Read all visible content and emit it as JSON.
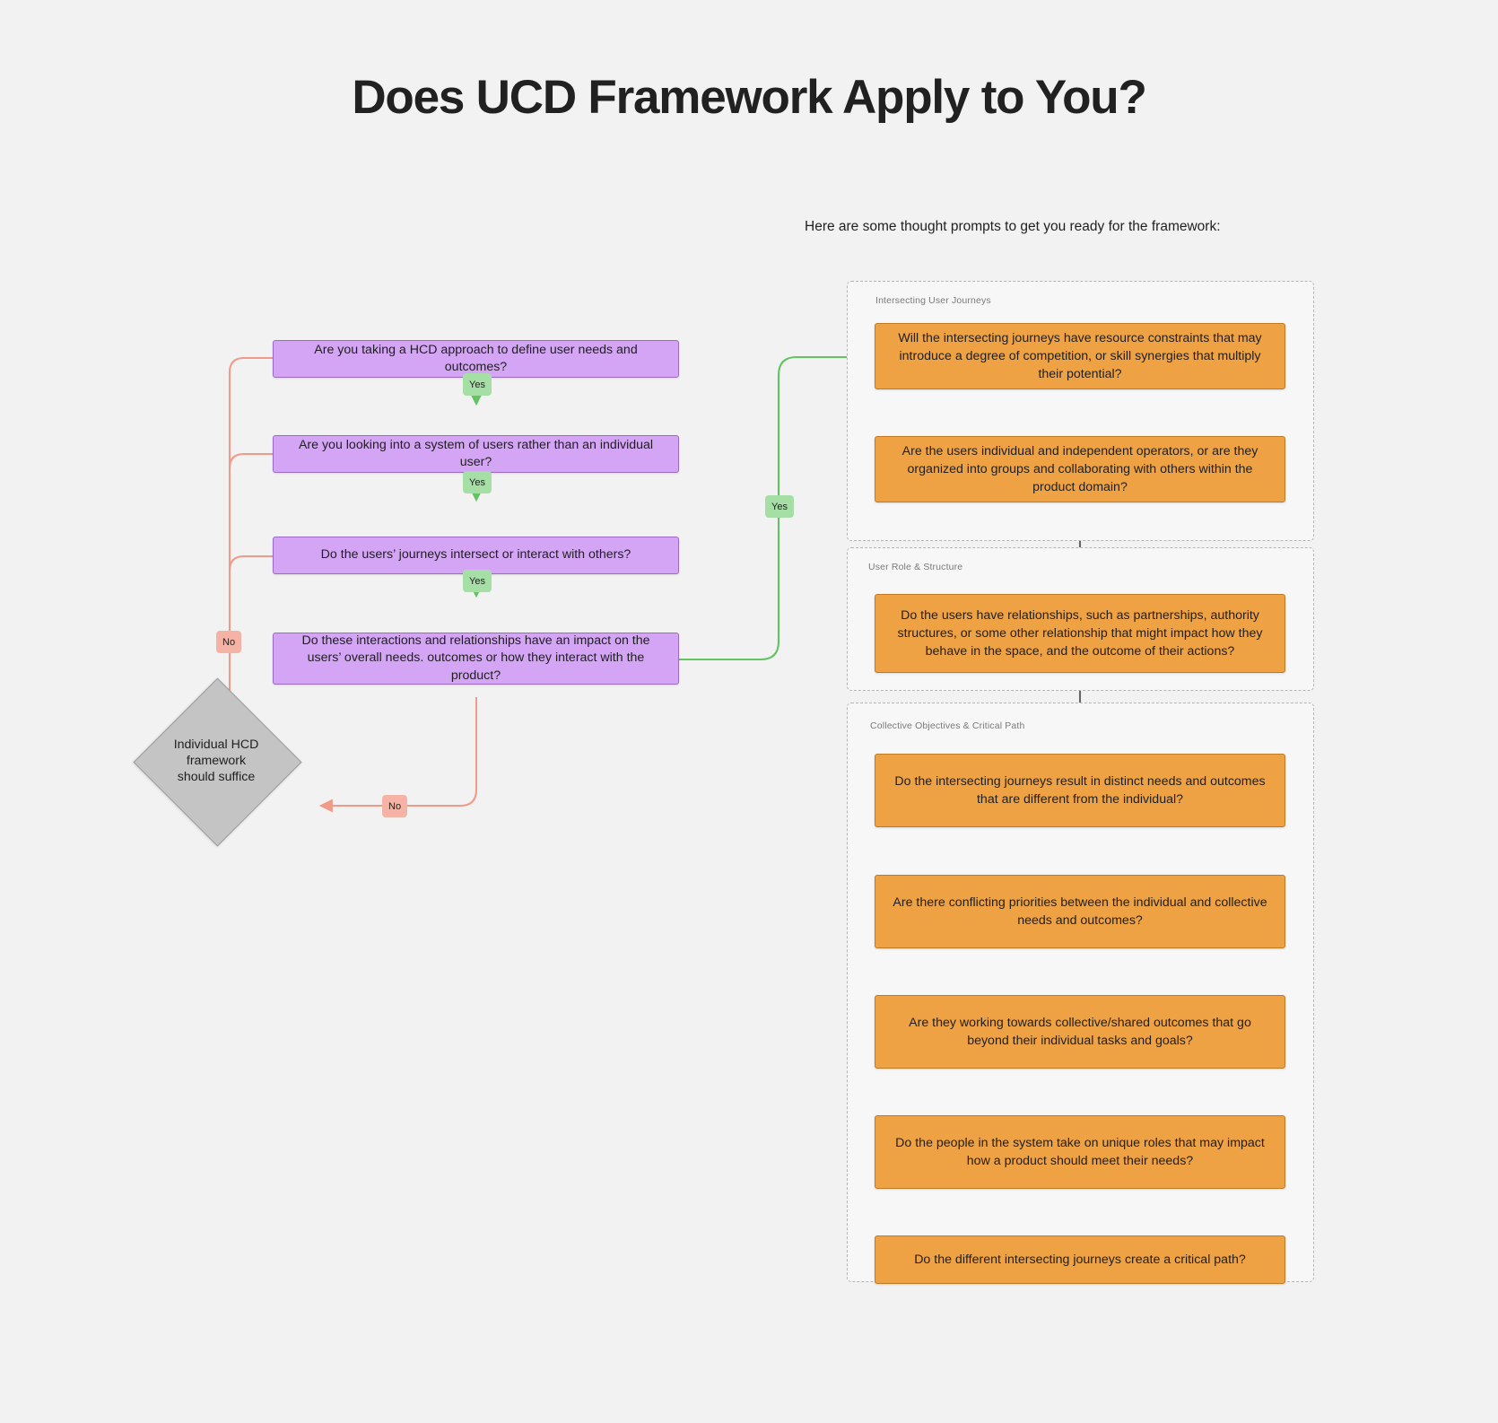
{
  "page": {
    "title": "Does UCD Framework Apply to You?",
    "background_color": "#f2f2f2"
  },
  "colors": {
    "decision_fill": "#D4A5F5",
    "decision_stroke": "#9B6BC4",
    "prompt_fill": "#EFA243",
    "prompt_stroke": "#C07A22",
    "terminal_fill": "#C4C4C4",
    "terminal_stroke": "#9A9A9A",
    "yes_edge": "#63C363",
    "no_edge": "#F09A8A",
    "yes_label_fill": "#A5DFA5",
    "no_label_fill": "#F5B3A5",
    "prompt_arrow": "#666666",
    "group_border": "#B4B4B4"
  },
  "flow": {
    "decisions": [
      {
        "id": "d1",
        "text": "Are you taking a HCD approach to define user needs and outcomes?"
      },
      {
        "id": "d2",
        "text": "Are you looking into a system of users rather than an individual user?"
      },
      {
        "id": "d3",
        "text": "Do the users’ journeys intersect or interact with others?"
      },
      {
        "id": "d4",
        "text": "Do these interactions and relationships have an impact on the users’ overall needs. outcomes or how they interact with the product?"
      }
    ],
    "terminal": {
      "id": "t1",
      "text": "Individual HCD\nframework\nshould suffice"
    },
    "edge_labels": {
      "yes_1": "Yes",
      "yes_2": "Yes",
      "yes_3": "Yes",
      "yes_to_prompts": "Yes",
      "no_left": "No",
      "no_bottom": "No"
    }
  },
  "prompts_panel": {
    "intro": "Here are some thought prompts to get you ready for the framework:",
    "groups": [
      {
        "label": "Intersecting User Journeys",
        "items": [
          "Will the intersecting journeys have resource constraints that may introduce a degree of competition, or skill synergies that multiply their potential?",
          "Are the users individual and independent operators, or are they organized into groups and collaborating with others within the product domain?"
        ]
      },
      {
        "label": "User Role & Structure",
        "items": [
          "Do the users have relationships, such as partnerships, authority structures, or some other relationship that might impact how they behave in the space, and the outcome of their actions?"
        ]
      },
      {
        "label": "Collective Objectives & Critical Path",
        "items": [
          "Do the intersecting journeys result in distinct needs and outcomes that are different from the individual?",
          "Are there conflicting priorities between the individual and collective needs and outcomes?",
          "Are they working towards collective/shared outcomes that go beyond their individual tasks and goals?",
          "Do the people in the system take on unique roles that may impact how a product should meet their needs?",
          "Do the different intersecting journeys create a critical path?"
        ]
      }
    ]
  }
}
